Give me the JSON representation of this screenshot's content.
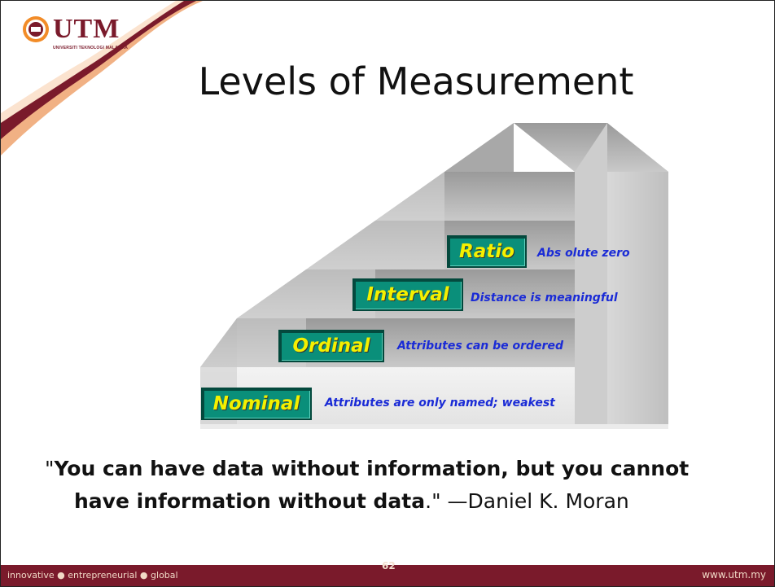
{
  "slide": {
    "title": "Levels of Measurement",
    "logo": {
      "text": "UTM",
      "subtext": "UNIVERSITI TEKNOLOGI MALAYSIA"
    },
    "levels": [
      {
        "label": "Nominal",
        "description": "Attributes are only named; weakest"
      },
      {
        "label": "Ordinal",
        "description": "Attributes can be ordered"
      },
      {
        "label": "Interval",
        "description": "Distance is meaningful"
      },
      {
        "label": "Ratio",
        "description": "Abs olute zero"
      }
    ],
    "quote": {
      "open": "\"",
      "bold1": "You can have data without information, but you cannot",
      "bold2": "have information without data",
      "close": ".\" —Daniel K. Moran"
    }
  },
  "footer": {
    "left": "innovative ● entrepreneurial ● global",
    "right": "www.utm.my",
    "page_number": "62"
  },
  "colors": {
    "brand": "#7a1a2b",
    "label_bg": "#0a8f7a",
    "label_text": "#f4f000",
    "desc_text": "#1a2bd6"
  }
}
